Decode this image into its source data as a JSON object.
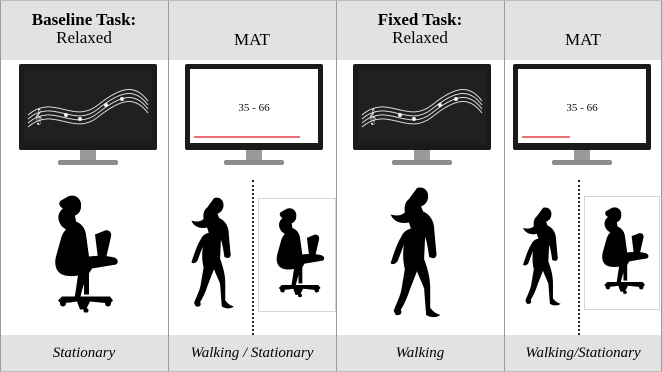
{
  "columns": [
    {
      "header_bold": "Baseline Task:",
      "header_plain": "Relaxed",
      "footer": "Stationary"
    },
    {
      "header_plain": "MAT",
      "footer_left": "Walking",
      "footer_sep": "/",
      "footer_right": "Stationary"
    },
    {
      "header_bold": "Fixed Task:",
      "header_plain": "Relaxed",
      "footer": "Walking"
    },
    {
      "header_plain": "MAT",
      "footer_left": "Walking",
      "footer_sep": "/",
      "footer_right": "Stationary"
    }
  ],
  "screens": {
    "mat_text": "35 - 66"
  },
  "icons": {
    "relaxed_screen": "music-staff-screen",
    "mat_screen": "math-task-screen",
    "seated": "seated-person-silhouette",
    "walking": "walking-person-silhouette"
  },
  "colors": {
    "header_band": "#e2e2e2",
    "screen_bezel": "#1a1a1a",
    "mat_progress_line": "#e0404a"
  }
}
